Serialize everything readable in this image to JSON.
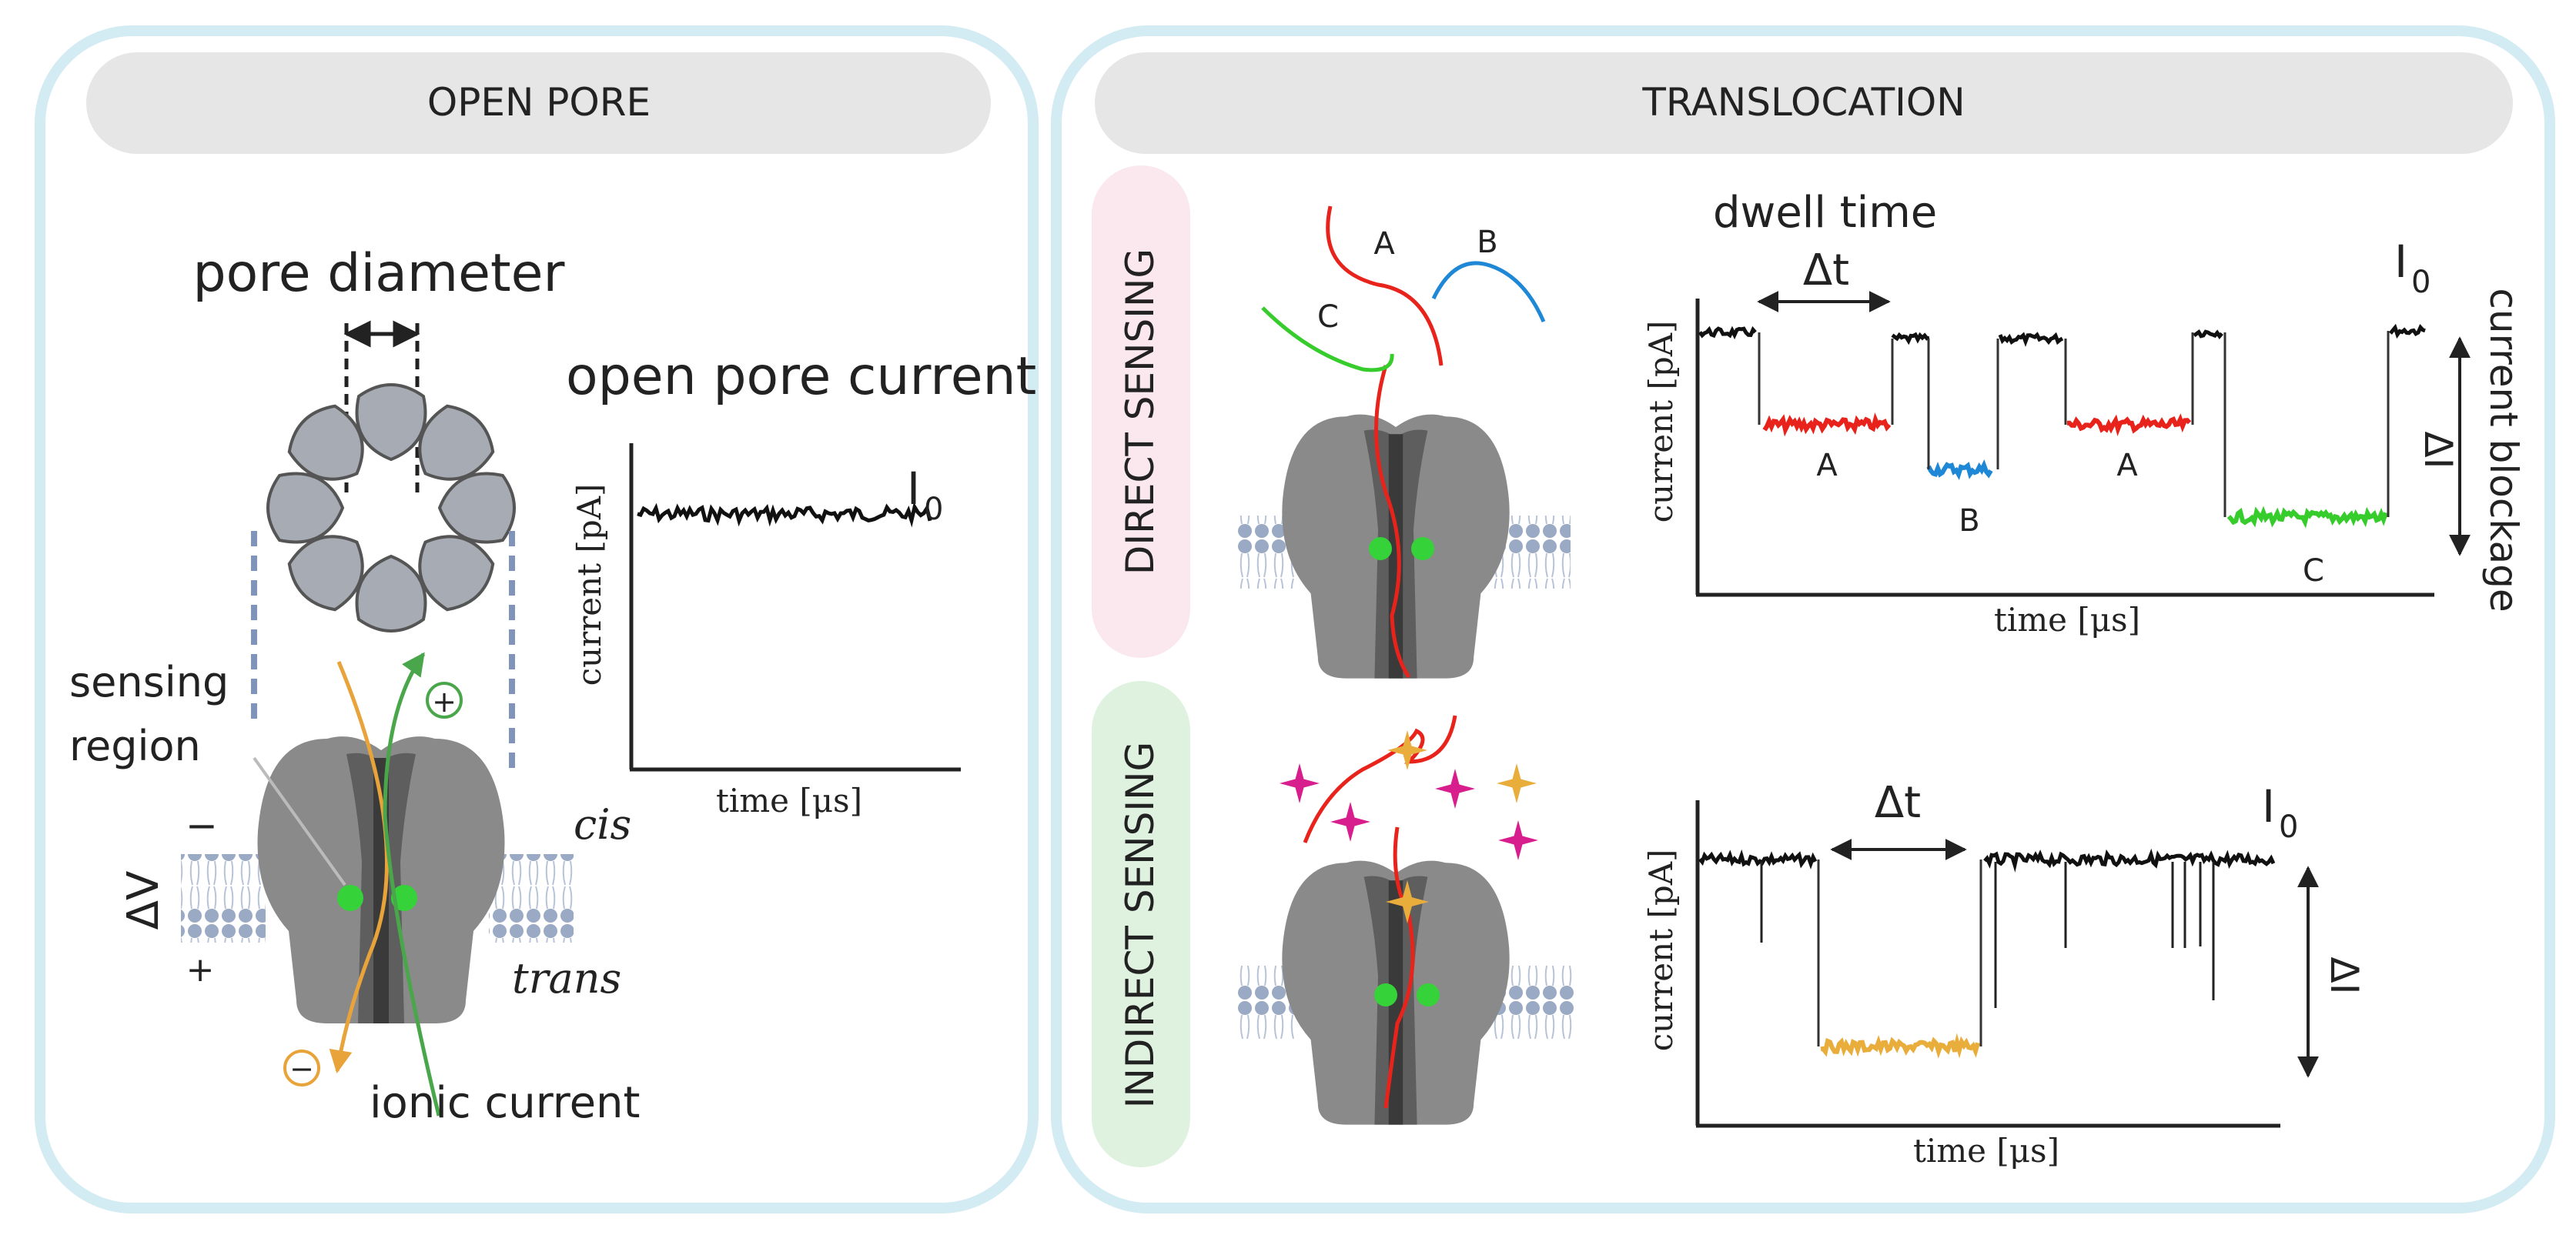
{
  "panels": {
    "open_pore": {
      "title": "OPEN PORE",
      "pore_diameter": "pore diameter",
      "open_pore_current": "open pore current",
      "sensing_region_line1": "sensing",
      "sensing_region_line2": "region",
      "minus": "−",
      "plus": "+",
      "delta_v": "ΔV",
      "cis": "cis",
      "trans": "trans",
      "ionic_current": "ionic current",
      "plus_circle": "+",
      "minus_circle": "−",
      "chart": {
        "ylabel": "current [pA]",
        "xlabel": "time [μs]",
        "i0": "I",
        "i0_sub": "0"
      }
    },
    "translocation": {
      "title": "TRANSLOCATION",
      "direct_sensing": "DIRECT SENSING",
      "indirect_sensing": "INDIRECT SENSING",
      "strand_a": "A",
      "strand_b": "B",
      "strand_c": "C",
      "direct_chart": {
        "dwell_time": "dwell time",
        "delta_t": "Δt",
        "i0": "I",
        "i0_sub": "0",
        "ylabel": "current [pA]",
        "xlabel": "time [μs]",
        "delta_i": "ΔI",
        "current_blockage": "current blockage",
        "event_labels": [
          "A",
          "B",
          "A",
          "C"
        ]
      },
      "indirect_chart": {
        "delta_t": "Δt",
        "i0": "I",
        "i0_sub": "0",
        "ylabel": "current [pA]",
        "xlabel": "time [μs]",
        "delta_i": "ΔI"
      }
    }
  },
  "colors": {
    "frame": "#d3ebf2",
    "header_bg": "#e6e6e6",
    "direct_bg": "#fbe7ee",
    "indirect_bg": "#dff2df",
    "pore": "#8a8a8a",
    "pore_dark": "#5a5a5a",
    "membrane": "#9aa9c4",
    "green": "#35d23a",
    "red": "#e8231b",
    "blue": "#1e88d6",
    "lime": "#36cc2b",
    "yellow": "#e9ad3c",
    "magenta": "#d81d8c",
    "ionic_green": "#4aa64a",
    "ionic_orange": "#e8a33a"
  }
}
